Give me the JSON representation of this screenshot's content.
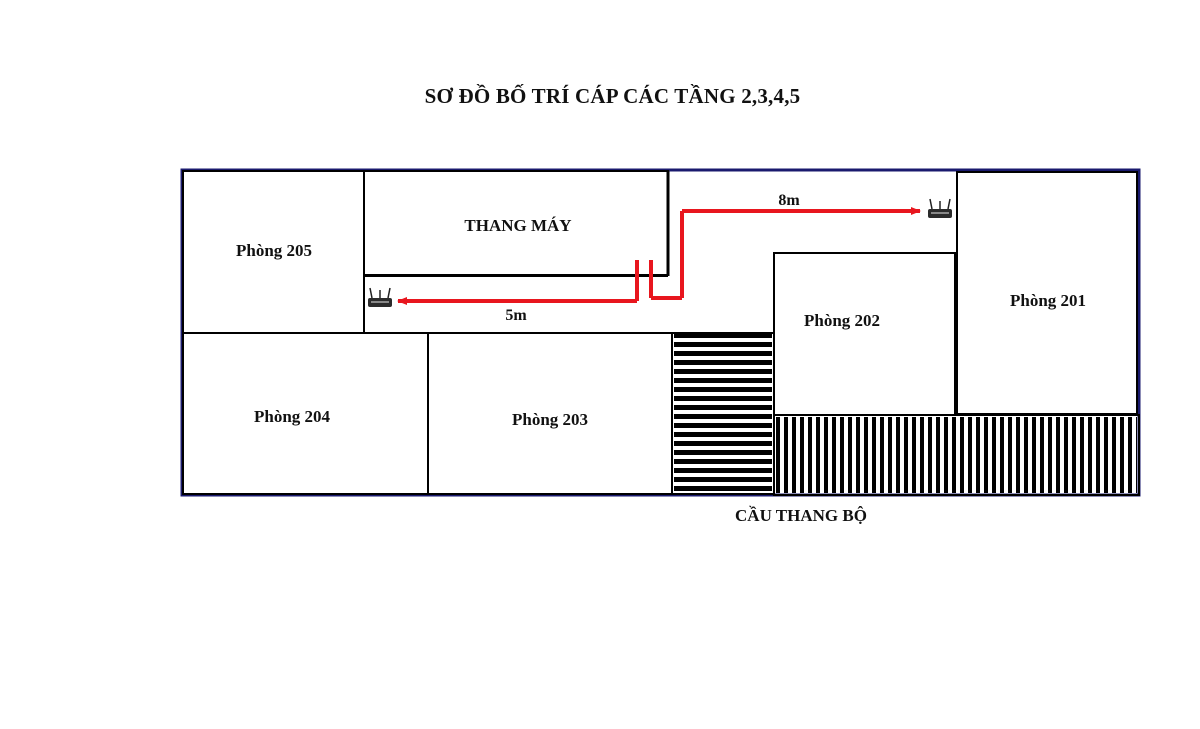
{
  "title": "SƠ ĐỒ BỐ TRÍ CÁP CÁC TẦNG 2,3,4,5",
  "rooms": {
    "r201": "Phòng 201",
    "r202": "Phòng 202",
    "r203": "Phòng 203",
    "r204": "Phòng 204",
    "r205": "Phòng 205"
  },
  "elevator": "THANG MÁY",
  "stairs": "CẦU THANG BỘ",
  "cables": {
    "left_distance": "5m",
    "right_distance": "8m",
    "color": "#e8161e"
  },
  "icons": [
    "router-icon",
    "router-icon"
  ],
  "colors": {
    "outer_border": "#1a1a6e",
    "walls": "#000000"
  }
}
